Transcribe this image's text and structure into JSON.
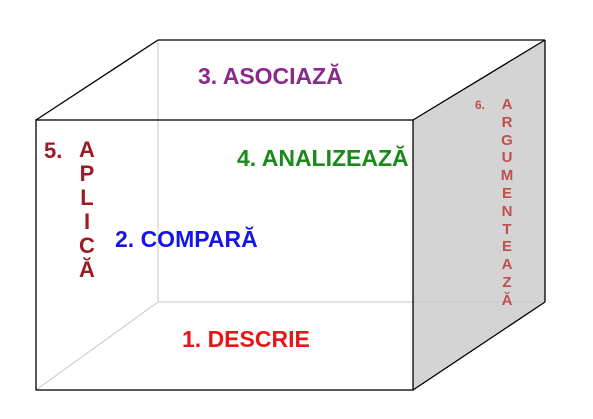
{
  "faces": {
    "descrie": {
      "text": "1. DESCRIE",
      "color": "#e8151b"
    },
    "compara": {
      "text": "2. COMPARĂ",
      "color": "#1515e6"
    },
    "asociaza": {
      "text": "3. ASOCIAZĂ",
      "color": "#8a2a8c"
    },
    "analizeaza": {
      "text": "4. ANALIZEAZĂ",
      "color": "#1a8a1a"
    },
    "aplica": {
      "number": "5.",
      "letters": [
        "A",
        "P",
        "L",
        "I",
        "C",
        "Ă"
      ],
      "color": "#9c1a24"
    },
    "argumenteaza": {
      "number": "6.",
      "letters": [
        "A",
        "R",
        "G",
        "U",
        "M",
        "E",
        "N",
        "T",
        "E",
        "A",
        "Z",
        "Ă"
      ],
      "color": "#c0504d"
    }
  },
  "cube": {
    "side_face_color": "#d4d4d4",
    "edge_color": "#000000"
  }
}
